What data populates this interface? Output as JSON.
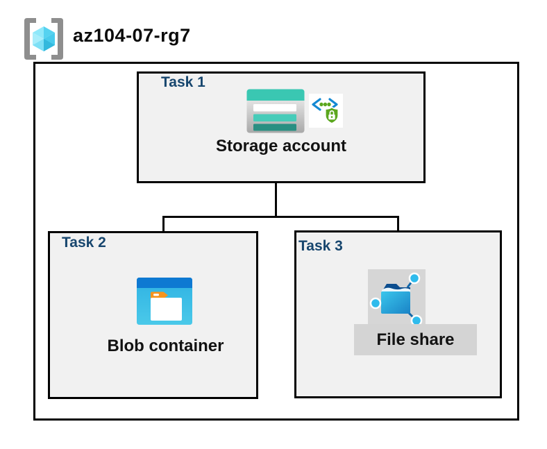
{
  "header": {
    "resource_group_name": "az104-07-rg7",
    "icon": "resource-group-icon"
  },
  "tasks": {
    "task1": {
      "label": "Task 1",
      "resource": "Storage account",
      "icons": [
        "storage-account-icon",
        "secure-access-icon"
      ]
    },
    "task2": {
      "label": "Task 2",
      "resource": "Blob container",
      "icons": [
        "blob-container-icon"
      ]
    },
    "task3": {
      "label": "Task 3",
      "resource": "File share",
      "icons": [
        "file-share-icon"
      ]
    }
  },
  "connections": [
    {
      "from": "Storage account",
      "to": "Blob container"
    },
    {
      "from": "Storage account",
      "to": "File share"
    }
  ],
  "colors": {
    "task_label": "#17466e",
    "box_background": "#f1f1f1",
    "box_border": "#000000",
    "connector": "#060606",
    "highlight_gray": "#d4d4d4",
    "storage_teal_top": "#3ac7b2",
    "storage_teal_mid": "#47ccb9",
    "storage_teal_dark": "#298f82",
    "blob_blue_top": "#0e79d2",
    "blob_blue_body": "#3ab9e5",
    "blob_orange_tag": "#f7941e",
    "fileshare_flap_navy": "#0c4d8e",
    "fileshare_folder_blue": "#2bb0e2",
    "secure_green": "#5ba71e",
    "secure_blue": "#1489d3",
    "cube_cyan": "#58d5f2",
    "bracket_gray": "#8e8e8e"
  }
}
